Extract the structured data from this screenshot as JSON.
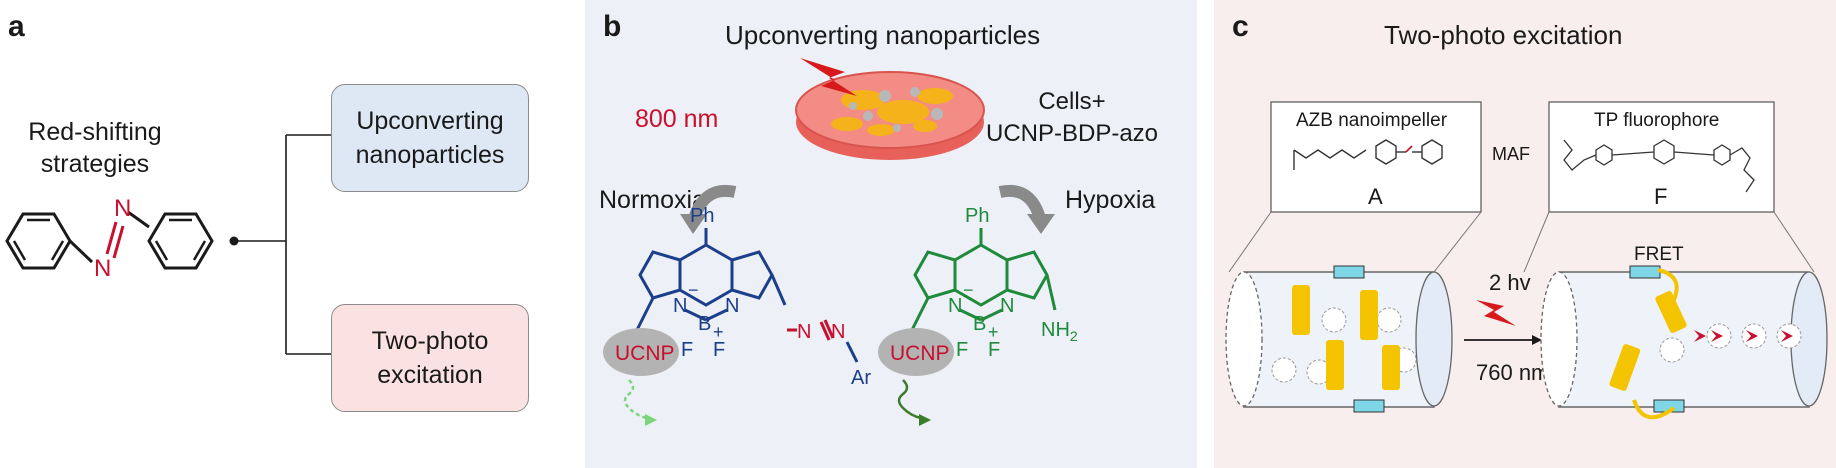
{
  "panel_a": {
    "label": "a",
    "title_line1": "Red-shifting",
    "title_line2": "strategies",
    "box1_line1": "Upconverting",
    "box1_line2": "nanoparticles",
    "box2_line1": "Two-photo",
    "box2_line2": "excitation",
    "azo_n1": "N",
    "azo_n2": "N",
    "colors": {
      "box1_fill": "#dde8f4",
      "box2_fill": "#fbe2e2",
      "azo": "#c8102e"
    }
  },
  "panel_b": {
    "label": "b",
    "title": "Upconverting nanoparticles",
    "wavelength": "800 nm",
    "cells_line1": "Cells+",
    "cells_line2": "UCNP-BDP-azo",
    "normoxia": "Normoxia",
    "hypoxia": "Hypoxia",
    "ph": "Ph",
    "atom_n": "N",
    "atom_b": "B",
    "atom_f": "F",
    "minus": "−",
    "plus": "+",
    "ucnp": "UCNP",
    "ar": "Ar",
    "nh2": "NH",
    "nh2_sub": "2",
    "colors": {
      "blue": "#1c3f8c",
      "green": "#1e8a3c",
      "red": "#c8102e",
      "ucnp_fill": "#b3b3b3"
    }
  },
  "panel_c": {
    "label": "c",
    "title": "Two-photo excitation",
    "inset_a_title": "AZB nanoimpeller",
    "inset_a_letter": "A",
    "maf": "MAF",
    "inset_f_title": "TP fluorophore",
    "inset_f_letter": "F",
    "fret": "FRET",
    "photons": "2 hv",
    "excitation_nm": "760 nm",
    "colors": {
      "azo_block": "#f5c400",
      "cap": "#7fd6e6",
      "cyl_fill": "#eef3fa",
      "arrowhead": "#c8102e"
    }
  }
}
